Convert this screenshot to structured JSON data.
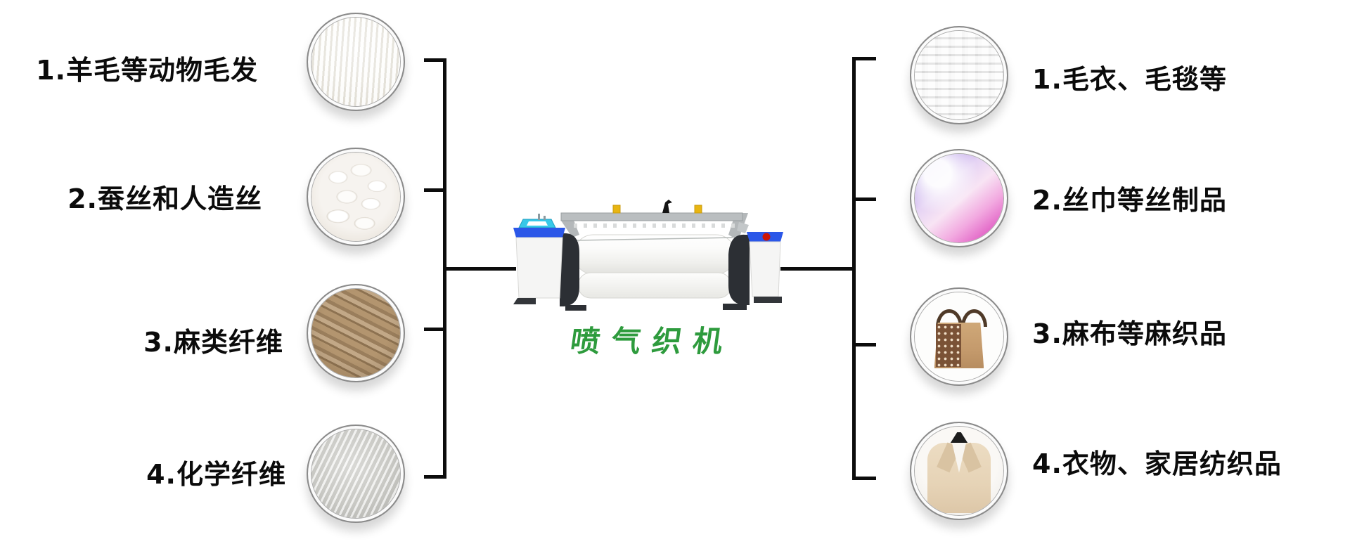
{
  "diagram": {
    "machine_label": "喷气织机",
    "accent_green": "#2e9b3d",
    "line_color": "#0c0c0c",
    "left_items": [
      {
        "label": "1.羊毛等动物毛发",
        "image": "wool-fleece"
      },
      {
        "label": "2.蚕丝和人造丝",
        "image": "silk-cocoons"
      },
      {
        "label": "3.麻类纤维",
        "image": "jute-twine-ball"
      },
      {
        "label": "4.化学纤维",
        "image": "chemical-fiber"
      }
    ],
    "right_items": [
      {
        "label": "1.毛衣、毛毯等",
        "image": "white-knit-sweater"
      },
      {
        "label": "2.丝巾等丝制品",
        "image": "silk-scarf"
      },
      {
        "label": "3.麻布等麻织品",
        "image": "jute-bag"
      },
      {
        "label": "4.衣物、家居纺织品",
        "image": "beige-coat"
      }
    ]
  }
}
